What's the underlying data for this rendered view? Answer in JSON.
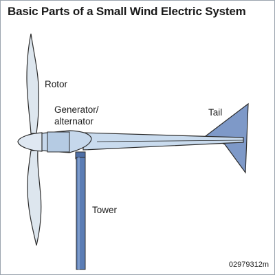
{
  "title": "Basic Parts of a Small Wind Electric System",
  "labels": {
    "rotor": "Rotor",
    "generator_line1": "Generator/",
    "generator_line2": "alternator",
    "tail": "Tail",
    "tower": "Tower"
  },
  "figure_id": "02979312m",
  "colors": {
    "blade": "#dde6ee",
    "nacelle": "#c6d8ec",
    "tower": "#5b7db5",
    "tail_fin": "#7e99c8",
    "outline": "#2b2b2b"
  }
}
